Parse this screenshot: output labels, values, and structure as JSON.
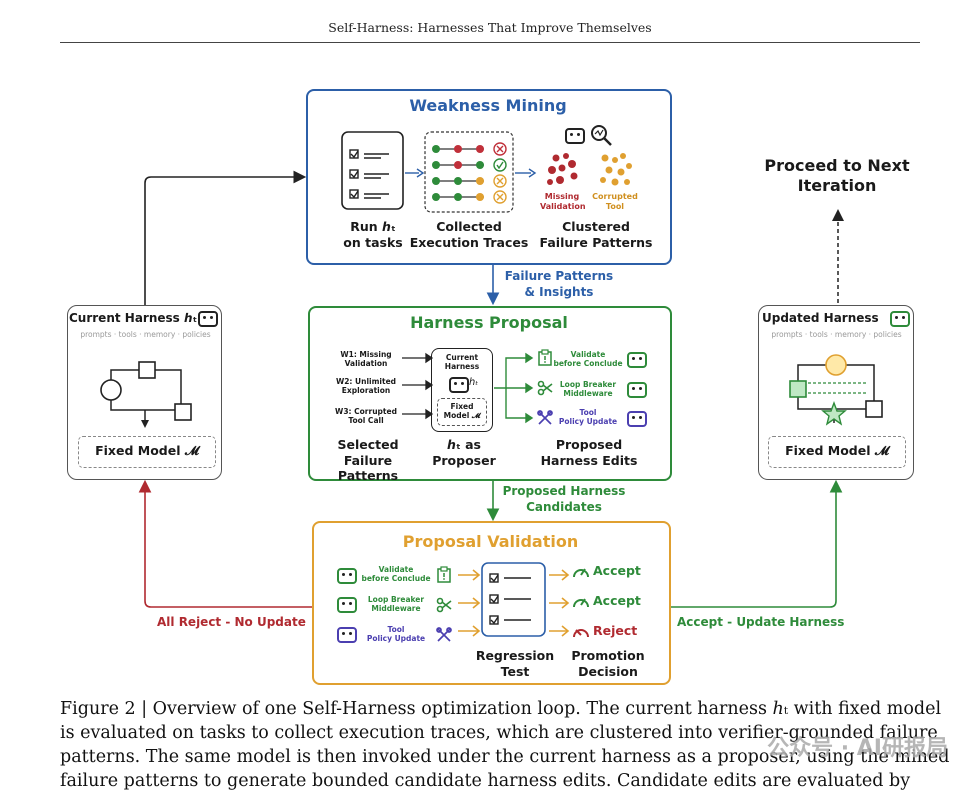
{
  "header": "Self-Harness: Harnesses That Improve Themselves",
  "weakness": {
    "title": "Weakness Mining",
    "run_label_line1": "Run ℎₜ",
    "run_label_line2": "on tasks",
    "collected_line1": "Collected",
    "collected_line2": "Execution Traces",
    "clustered_line1": "Clustered",
    "clustered_line2": "Failure Patterns",
    "missing_line1": "Missing",
    "missing_line2": "Validation",
    "corrupted_line1": "Corrupted",
    "corrupted_line2": "Tool"
  },
  "current": {
    "title": "Current Harness ℎₜ",
    "sub": "prompts · tools · memory · policies",
    "fixed": "Fixed Model 𝓜"
  },
  "updated": {
    "title": "Updated Harness",
    "sub": "prompts · tools · memory · policies",
    "fixed": "Fixed Model 𝓜"
  },
  "proceed_line1": "Proceed to Next",
  "proceed_line2": "Iteration",
  "arrow1_line1": "Failure Patterns",
  "arrow1_line2": "& Insights",
  "arrow2_line1": "Proposed Harness",
  "arrow2_line2": "Candidates",
  "reject_label": "All Reject - No Update",
  "accept_label": "Accept - Update Harness",
  "proposal": {
    "title": "Harness Proposal",
    "w1_line1": "W1: Missing",
    "w1_line2": "Validation",
    "w2_line1": "W2: Unlimited",
    "w2_line2": "Exploration",
    "w3_line1": "W3: Corrupted",
    "w3_line2": "Tool Call",
    "center_line1": "Current",
    "center_line2": "Harness",
    "center_fixed_line1": "Fixed",
    "center_fixed_line2": "Model 𝓜",
    "selected_line1": "Selected",
    "selected_line2": "Failure Patterns",
    "proposer_line1": "ℎₜ as",
    "proposer_line2": "Proposer",
    "edits_line1": "Proposed",
    "edits_line2": "Harness Edits",
    "e1_line1": "Validate",
    "e1_line2": "before Conclude",
    "e2_line1": "Loop Breaker",
    "e2_line2": "Middleware",
    "e3_line1": "Tool",
    "e3_line2": "Policy Update"
  },
  "validation": {
    "title": "Proposal Validation",
    "v1_line1": "Validate",
    "v1_line2": "before Conclude",
    "v2_line1": "Loop Breaker",
    "v2_line2": "Middleware",
    "v3_line1": "Tool",
    "v3_line2": "Policy Update",
    "regression_line1": "Regression",
    "regression_line2": "Test",
    "promotion_line1": "Promotion",
    "promotion_line2": "Decision",
    "d1": "Accept",
    "d2": "Accept",
    "d3": "Reject"
  },
  "caption_lines": [
    "Figure 2 | Overview of one Self-Harness optimization loop. The current harness ℎₜ with fixed model",
    "is evaluated on tasks to collect execution traces, which are clustered into verifier-grounded failure",
    "patterns. The same model is then invoked under the current harness as a proposer, using the mined",
    "failure patterns to generate bounded candidate harness edits. Candidate edits are evaluated by"
  ],
  "watermark": "公众号 · AI研报局",
  "colors": {
    "blue": "#2c5fa8",
    "green": "#2e8b3a",
    "orange": "#e0a030",
    "red": "#b02a30",
    "purple": "#4b3fb0"
  }
}
